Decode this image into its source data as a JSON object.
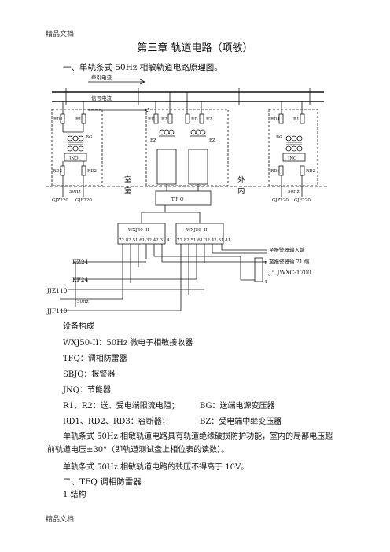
{
  "header": {
    "left": "精品文档"
  },
  "footer": {
    "left": "精品文档"
  },
  "title": "第三章  轨道电路（项敏）",
  "section1": "一、单轨条式 50Hz 相敏轨道电路原理图。",
  "diagram": {
    "traction_current": "牵引电流",
    "signal_current": "信号电流",
    "left": {
      "rd1": "RD1",
      "r1": "R1",
      "bg": "BG",
      "jnq": "JNQ",
      "rd3": "RD3",
      "rd2": "RD2",
      "hz": "50Hz",
      "gjz": "GJZ220",
      "gjf": "GJF220"
    },
    "middle": {
      "rd": "RD",
      "r2": "R2",
      "bz": "BZ",
      "tfq": "T    F    Q"
    },
    "right": {
      "rd1": "RD1",
      "r1": "R1",
      "bg": "BG",
      "jnq": "JNQ",
      "rd3": "RD3",
      "rd2": "RD2",
      "hz": "50Hz",
      "gjz": "GJZ220",
      "gjf": "GJF220"
    },
    "indoor_a": "室",
    "indoor_b": "室",
    "outdoor_a": "外",
    "outdoor_b": "内",
    "wxj_left": "WXJ50- II",
    "wxj_right": "WXJ50- II",
    "terminals": "72 82 51 61 32 42 31 41",
    "alarm_in": "至报警器输入端",
    "alarm_71": "至报警器输 71 端",
    "relay": "J：JWXC-1700",
    "pin1": "1",
    "pin4": "4",
    "kz": "KZ24",
    "kf": "KF24",
    "jjz": "JJZ110",
    "hz50": "50Hz",
    "jjf": "JJF110"
  },
  "equipment_title": "设备构成",
  "equipment": [
    "WXJ50-II：50Hz 微电子相敏接收器",
    "TFQ：调相防雷器",
    "SBJQ：报警器",
    "JNQ：节能器"
  ],
  "equipment_r": {
    "a": "R1、R2：送、受电端限流电阻；",
    "b": "BG：送端电源变压器"
  },
  "equipment_rd": {
    "a": "RD1、RD2、RD3：容断器；",
    "b": "BZ：受电端中继变压器"
  },
  "paragraph1": "单轨条式 50Hz 相敏轨道电路具有轨道绝缘破损防护功能，室内的局部电压超前轨道电压±30°（即轨道测试盘上相位表的读数）。",
  "paragraph2": "单轨条式 50Hz 相敏轨道电路的残压不得高于 10V。",
  "section2": "二、TFQ 调相防雷器",
  "section2_1": "1 结构"
}
